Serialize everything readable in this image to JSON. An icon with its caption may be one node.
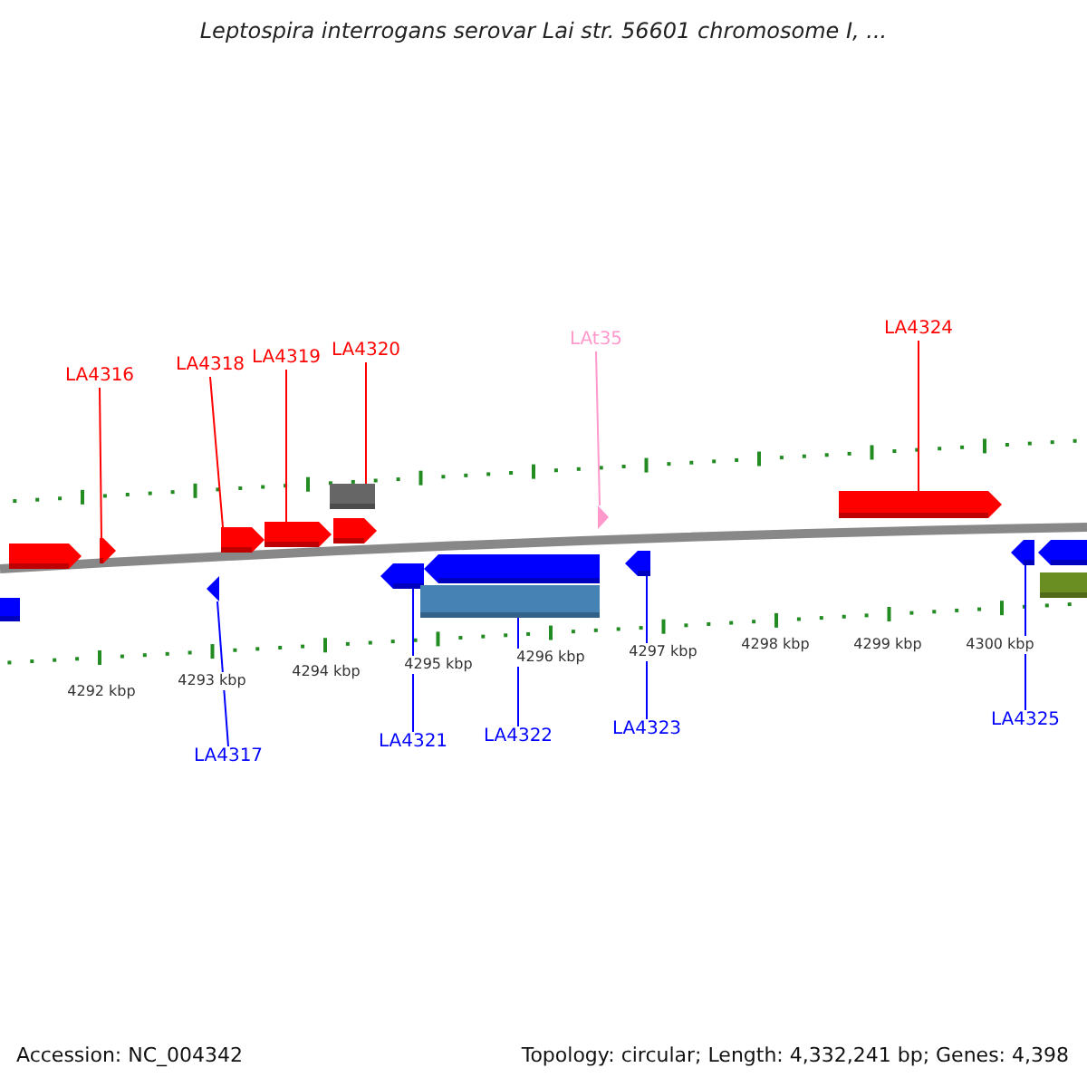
{
  "diagram": {
    "title": "Leptospira interrogans serovar Lai str. 56601 chromosome I, ...",
    "nodes": [
      {
        "text": [
          "LA4316"
        ]
      },
      {
        "text": [
          "LA4318"
        ]
      },
      {
        "text": [
          "LA4319"
        ]
      },
      {
        "text": [
          "LA4320"
        ]
      },
      {
        "text": [
          "LAt35"
        ]
      },
      {
        "text": [
          "LA4324"
        ]
      },
      {
        "text": [
          "LA4317"
        ]
      },
      {
        "text": [
          "LA4321"
        ]
      },
      {
        "text": [
          "LA4322"
        ]
      },
      {
        "text": [
          "LA4323"
        ]
      },
      {
        "text": [
          "LA4325"
        ]
      },
      {
        "text": [],
        "shape": "arrow"
      },
      {
        "text": [],
        "shape": "arrow"
      },
      {
        "text": [],
        "shape": "bar"
      },
      {
        "text": [],
        "shape": "arrow"
      },
      {
        "text": [],
        "shape": "arrow"
      },
      {
        "text": [],
        "shape": "arrow"
      },
      {
        "text": [],
        "shape": "bar"
      },
      {
        "text": [],
        "shape": "arrow"
      },
      {
        "text": [],
        "shape": "arrow"
      },
      {
        "text": [],
        "shape": "arrow"
      },
      {
        "text": [],
        "shape": "bar"
      },
      {
        "text": [],
        "shape": "arrow"
      },
      {
        "text": [],
        "shape": "arrow"
      },
      {
        "text": [],
        "shape": "arrow"
      },
      {
        "text": [],
        "shape": "arrow"
      },
      {
        "text": [],
        "shape": "arrow"
      },
      {
        "text": [],
        "shape": "bar"
      }
    ],
    "edges": [
      {
        "from": 0,
        "to": 12,
        "arrow": "none",
        "color": "#ff0000"
      },
      {
        "from": 1,
        "to": 15,
        "arrow": "none",
        "color": "#ff0000"
      },
      {
        "from": 2,
        "to": 16,
        "arrow": "none",
        "color": "#ff0000"
      },
      {
        "from": 3,
        "to": 17,
        "arrow": "none",
        "color": "#ff0000"
      },
      {
        "from": 4,
        "to": 22,
        "arrow": "none",
        "color": "#ff99cc"
      },
      {
        "from": 5,
        "to": 24,
        "arrow": "none",
        "color": "#ff0000"
      },
      {
        "from": 6,
        "to": 14,
        "arrow": "none",
        "color": "#0000ff"
      },
      {
        "from": 7,
        "to": 19,
        "arrow": "none",
        "color": "#0000ff"
      },
      {
        "from": 8,
        "to": 21,
        "arrow": "none",
        "color": "#0000ff"
      },
      {
        "from": 9,
        "to": 23,
        "arrow": "none",
        "color": "#0000ff"
      },
      {
        "from": 10,
        "to": 25,
        "arrow": "none",
        "color": "#0000ff"
      }
    ],
    "labels": [
      "4292 kbp",
      "4293 kbp",
      "4294 kbp",
      "4295 kbp",
      "4296 kbp",
      "4297 kbp",
      "4298 kbp",
      "4299 kbp",
      "4300 kbp",
      "Accession: NC_004342",
      "Topology: circular; Length: 4,332,241 bp; Genes: 4,398"
    ]
  }
}
